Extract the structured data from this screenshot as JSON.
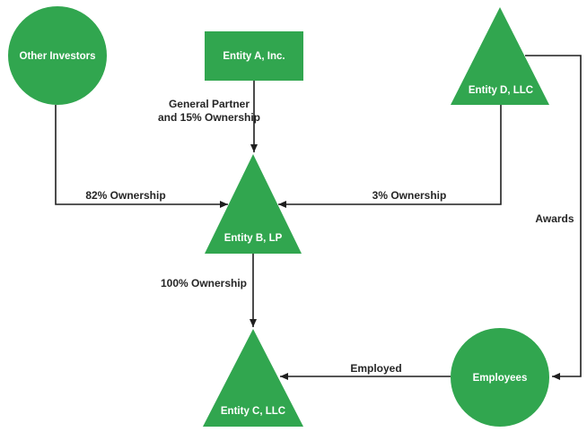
{
  "diagram": {
    "colors": {
      "node_fill": "#31A64F",
      "node_text": "#ffffff",
      "line": "#1f1f1f",
      "label_text": "#262626",
      "background": "#ffffff"
    },
    "nodes": {
      "other_investors": {
        "label": "Other Investors",
        "shape": "circle"
      },
      "entity_a": {
        "label": "Entity A, Inc.",
        "shape": "rectangle"
      },
      "entity_d": {
        "label": "Entity D, LLC",
        "shape": "triangle"
      },
      "entity_b": {
        "label": "Entity B, LP",
        "shape": "triangle"
      },
      "entity_c": {
        "label": "Entity C, LLC",
        "shape": "triangle"
      },
      "employees": {
        "label": "Employees",
        "shape": "circle"
      }
    },
    "edges": {
      "entity_a_to_entity_b": {
        "from": "Entity A, Inc.",
        "to": "Entity B, LP",
        "label_lines": [
          "General Partner",
          "and 15% Ownership"
        ]
      },
      "other_investors_to_entity_b": {
        "from": "Other Investors",
        "to": "Entity B, LP",
        "label": "82% Ownership"
      },
      "entity_d_to_entity_b": {
        "from": "Entity D, LLC",
        "to": "Entity B, LP",
        "label": "3% Ownership"
      },
      "entity_b_to_entity_c": {
        "from": "Entity B, LP",
        "to": "Entity C, LLC",
        "label": "100% Ownership"
      },
      "entity_d_to_employees": {
        "from": "Entity D, LLC",
        "to": "Employees",
        "label": "Awards"
      },
      "employees_to_entity_c": {
        "from": "Employees",
        "to": "Entity C, LLC",
        "label": "Employed"
      }
    }
  }
}
